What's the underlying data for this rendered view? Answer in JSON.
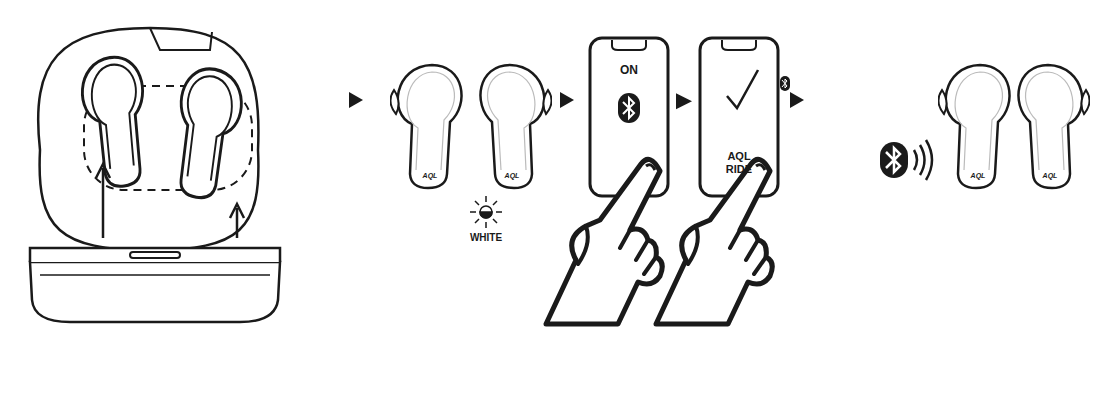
{
  "diagram": {
    "nodes": [
      {
        "text": [
          "ON"
        ]
      },
      {
        "text": [
          "AQL RIDE"
        ]
      }
    ],
    "edges": [
      {
        "from": 0,
        "to": 1,
        "arrow": "to"
      }
    ],
    "labels": [
      "AQL",
      "AQL",
      "WHITE",
      "AQL",
      "AQL"
    ]
  }
}
